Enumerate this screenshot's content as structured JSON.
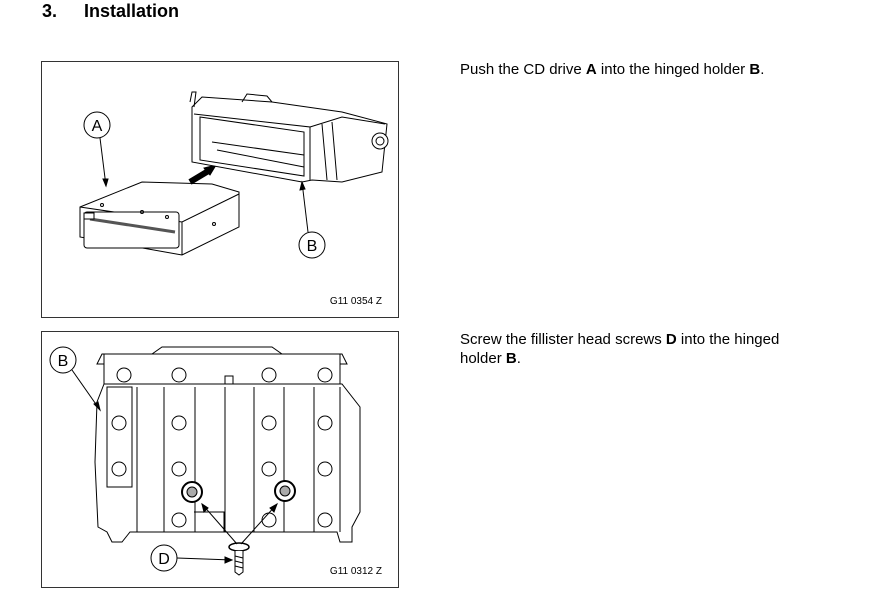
{
  "section": {
    "number": "3.",
    "title": "Installation"
  },
  "steps": [
    {
      "figure": {
        "code": "G11 0354 Z",
        "callouts": [
          "A",
          "B"
        ]
      },
      "text": {
        "t1": "Push the CD drive ",
        "b1": "A",
        "t2": " into the hinged holder ",
        "b2": "B",
        "t3": "."
      }
    },
    {
      "figure": {
        "code": "G11 0312 Z",
        "callouts": [
          "B",
          "D"
        ]
      },
      "text": {
        "t1": "Screw the fillister head screws ",
        "b1": "D",
        "t2": " into the hinged holder ",
        "b2": "B",
        "t3": "."
      }
    }
  ]
}
